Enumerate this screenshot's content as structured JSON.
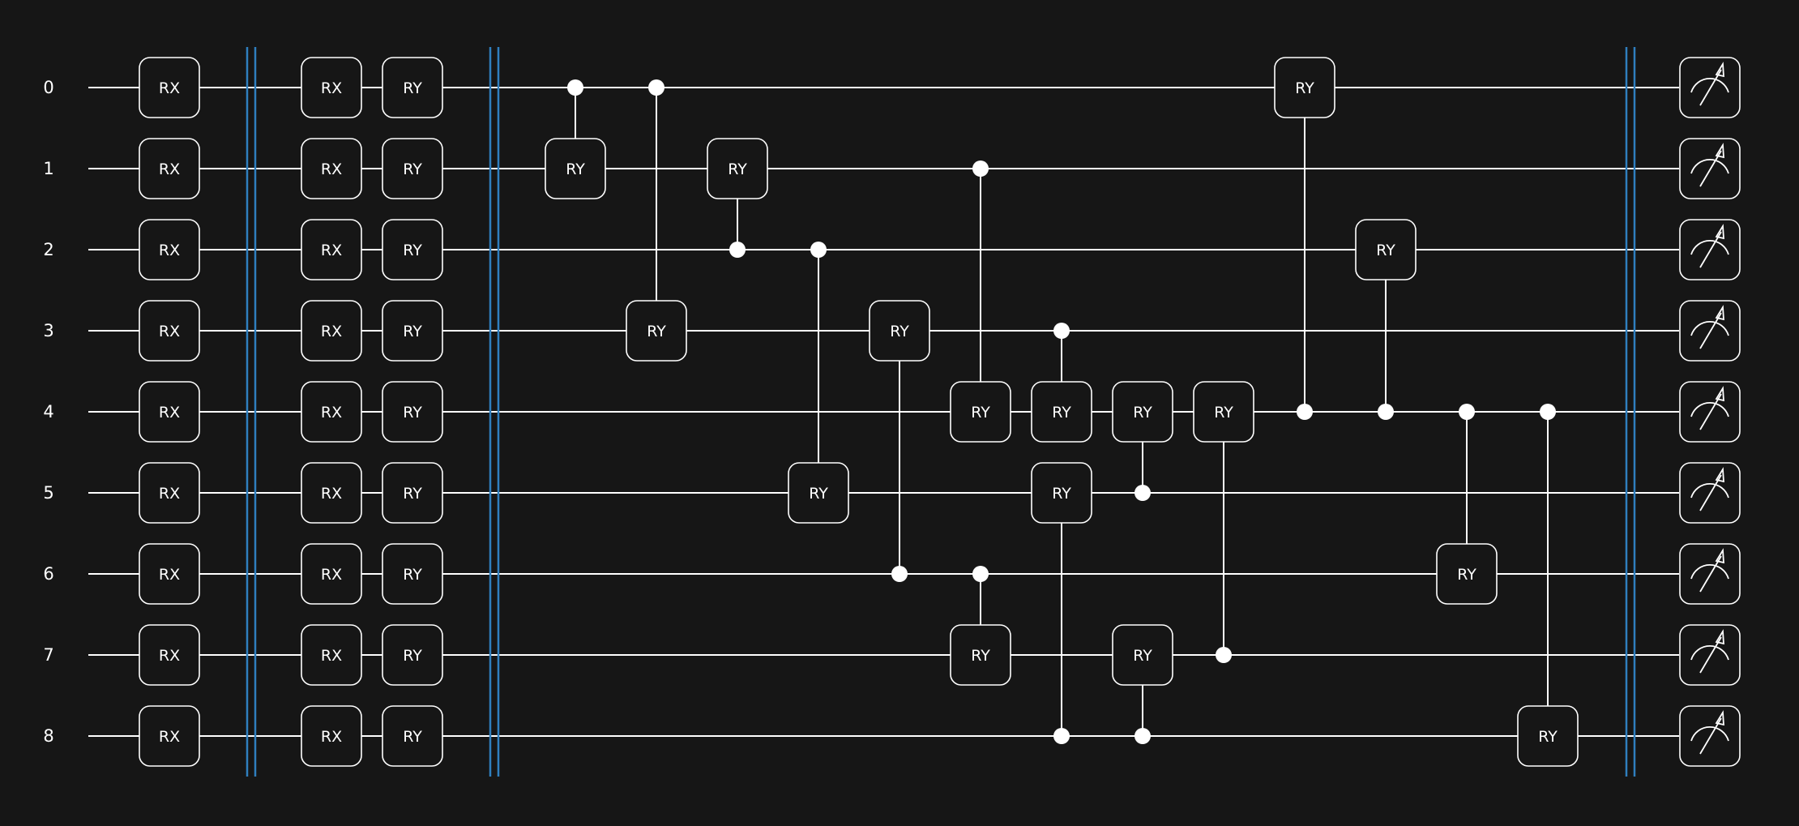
{
  "qubits": [
    "0",
    "1",
    "2",
    "3",
    "4",
    "5",
    "6",
    "7",
    "8"
  ],
  "layer1": {
    "gate": "RX",
    "qubits": [
      0,
      1,
      2,
      3,
      4,
      5,
      6,
      7,
      8
    ]
  },
  "layer2": [
    {
      "gate": "RX",
      "qubits": [
        0,
        1,
        2,
        3,
        4,
        5,
        6,
        7,
        8
      ]
    },
    {
      "gate": "RY",
      "qubits": [
        0,
        1,
        2,
        3,
        4,
        5,
        6,
        7,
        8
      ]
    }
  ],
  "controlled_gates": [
    {
      "gate": "RY",
      "control": 0,
      "target": 1
    },
    {
      "gate": "RY",
      "control": 0,
      "target": 3
    },
    {
      "gate": "RY",
      "control": 2,
      "target": 1
    },
    {
      "gate": "RY",
      "control": 2,
      "target": 5
    },
    {
      "gate": "RY",
      "control": 6,
      "target": 3
    },
    {
      "gate": "RY",
      "control": 1,
      "target": 4
    },
    {
      "gate": "RY",
      "control": 6,
      "target": 7
    },
    {
      "gate": "RY",
      "control": 3,
      "target": 4
    },
    {
      "gate": "RY",
      "control": 8,
      "target": 5
    },
    {
      "gate": "RY",
      "control": 5,
      "target": 4
    },
    {
      "gate": "RY",
      "control": 8,
      "target": 7
    },
    {
      "gate": "RY",
      "control": 7,
      "target": 4
    },
    {
      "gate": "RY",
      "control": 4,
      "target": 0
    },
    {
      "gate": "RY",
      "control": 4,
      "target": 2
    },
    {
      "gate": "RY",
      "control": 4,
      "target": 6
    },
    {
      "gate": "RY",
      "control": 4,
      "target": 8
    }
  ],
  "measurements": {
    "icon": "measure-meter-icon",
    "qubits": [
      0,
      1,
      2,
      3,
      4,
      5,
      6,
      7,
      8
    ]
  },
  "colors": {
    "background": "#161616",
    "wire": "#ffffff",
    "barrier": "#2f7fbf"
  }
}
